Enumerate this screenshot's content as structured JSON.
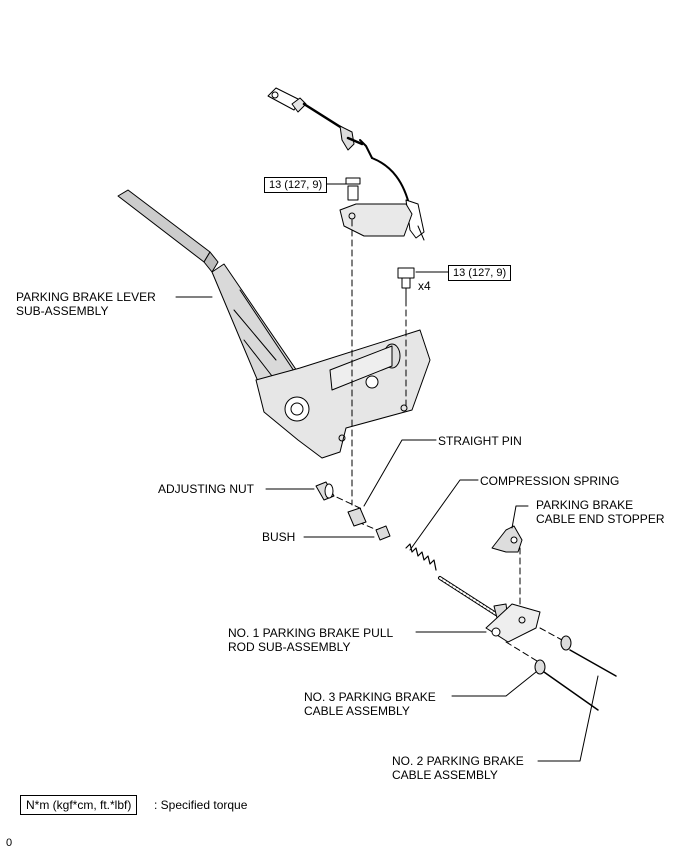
{
  "labels": {
    "parking_brake_lever_1": "PARKING BRAKE LEVER",
    "parking_brake_lever_2": "SUB-ASSEMBLY",
    "straight_pin": "STRAIGHT PIN",
    "adjusting_nut": "ADJUSTING NUT",
    "compression_spring": "COMPRESSION SPRING",
    "cable_end_stopper_1": "PARKING BRAKE",
    "cable_end_stopper_2": "CABLE END STOPPER",
    "bush": "BUSH",
    "pull_rod_1": "NO. 1 PARKING BRAKE PULL",
    "pull_rod_2": "ROD SUB-ASSEMBLY",
    "no3_cable_1": "NO. 3 PARKING BRAKE",
    "no3_cable_2": "CABLE ASSEMBLY",
    "no2_cable_1": "NO. 2 PARKING BRAKE",
    "no2_cable_2": "CABLE ASSEMBLY"
  },
  "torque": {
    "top": "13 (127, 9)",
    "right": "13 (127, 9)",
    "quantity": "x4"
  },
  "legend": {
    "box": "N*m (kgf*cm, ft.*lbf)",
    "text": ": Specified torque"
  },
  "corner_mark": "0"
}
